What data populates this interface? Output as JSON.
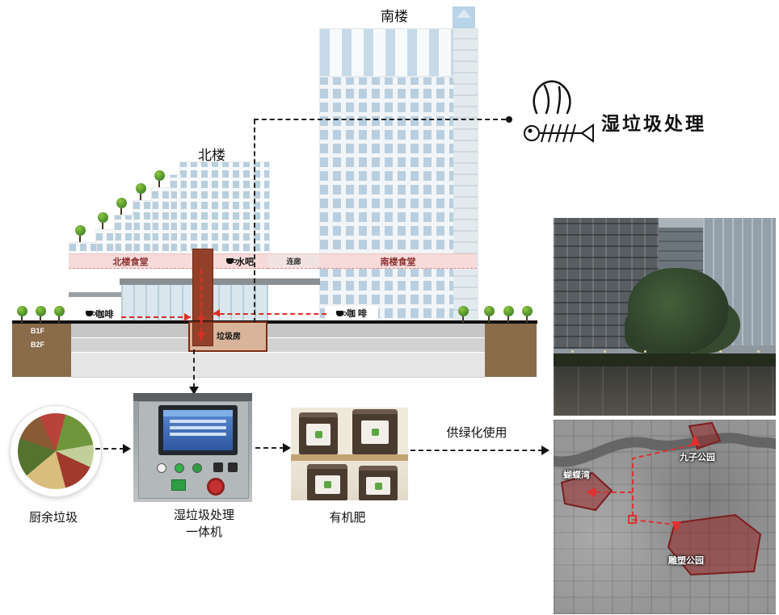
{
  "diagram": {
    "south_building_label": "南楼",
    "north_building_label": "北楼",
    "wet_waste_title": "湿垃圾处理",
    "north_canteen": "北楼食堂",
    "water_bar": "水吧",
    "corridor": "连廊",
    "south_canteen": "南楼食堂",
    "coffee_left": "咖啡",
    "coffee_right": "咖 啡",
    "floor_b1": "B1F",
    "floor_b2": "B2F",
    "garbage_room": "垃圾房"
  },
  "flow": {
    "kitchen_waste": "厨余垃圾",
    "machine_label_line1": "湿垃圾处理",
    "machine_label_line2": "一体机",
    "organic_fertilizer": "有机肥",
    "greening_use": "供绿化使用"
  },
  "map": {
    "butterfly_bay": "蝴蝶湾",
    "jiuzi_park": "九子公园",
    "sculpture_park": "雕塑公园"
  },
  "icons": {
    "banana_peel": "banana-peel-icon",
    "fish_bone": "fish-bone-icon",
    "coffee_cup": "coffee-cup-icon",
    "tree": "tree-icon",
    "flow_arrow": "dashed-arrow-icon"
  },
  "colors": {
    "canteen_band_pink": "#f7dada",
    "canteen_text_red": "#8a3030",
    "chute_brown": "#93402a",
    "soil_brown": "#8a6b4a",
    "basement_gray": "#c6c6c6",
    "route_red": "#d93025",
    "window_blue": "#b9cfdd"
  }
}
